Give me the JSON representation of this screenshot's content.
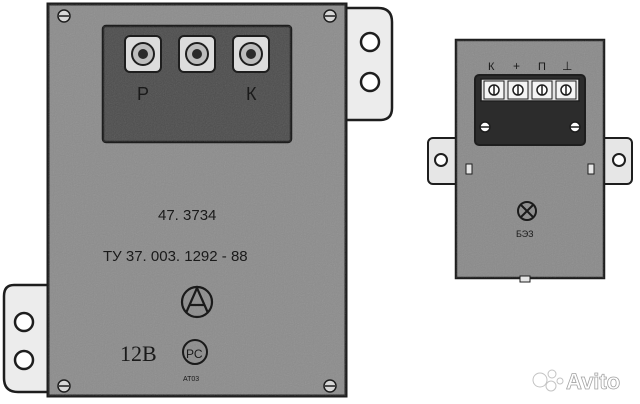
{
  "left_unit": {
    "terminal_labels": [
      "Р",
      "К"
    ],
    "model_number": "47. 3734",
    "standard": "ТУ 37. 003. 1292 - 88",
    "voltage": "12В",
    "cert_mark": "РС",
    "cert_code": "АТ03"
  },
  "right_unit": {
    "terminal_labels": [
      "К",
      "+",
      "П",
      "⊥"
    ],
    "lamp_label": "БЭЗ"
  },
  "watermark": "Avito",
  "colors": {
    "panel": "#8a8a8a",
    "window": "#4a4a4a",
    "bracket": "#e8e8e8",
    "outline": "#1e1e1e"
  }
}
